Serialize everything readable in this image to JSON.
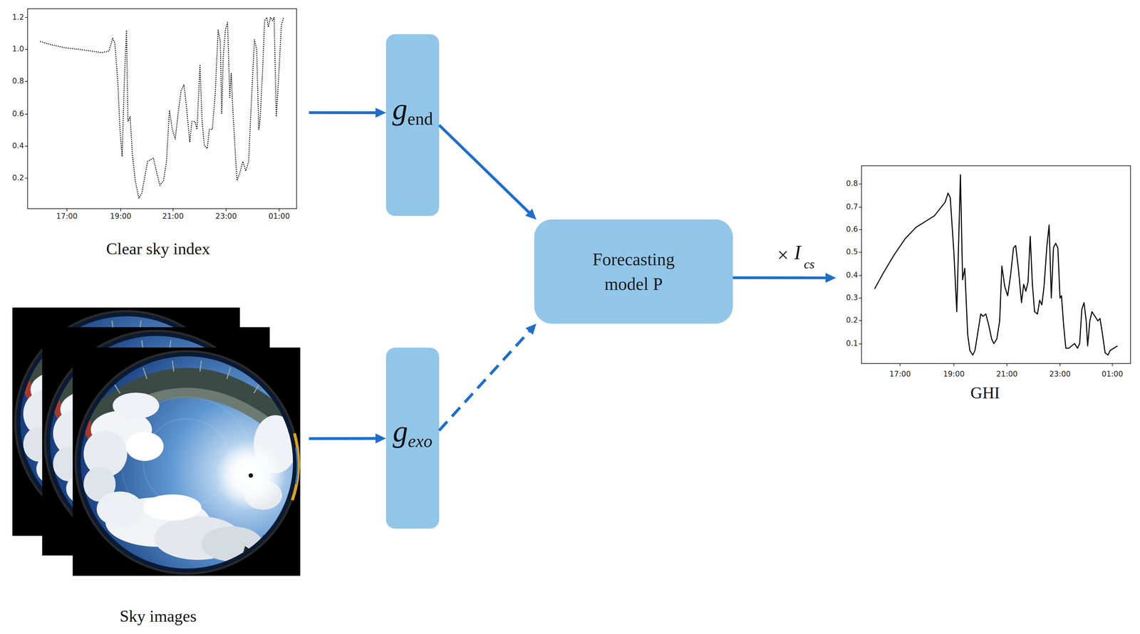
{
  "diagram": {
    "nodes": [
      {
        "text": [
          "Clear sky index"
        ]
      },
      {
        "text": [
          "g",
          "end"
        ]
      },
      {
        "text": [
          "Sky images"
        ]
      },
      {
        "text": [
          "g",
          "exo"
        ]
      },
      {
        "text": [
          "Forecasting model P"
        ]
      },
      {
        "text": [
          "GHI"
        ]
      }
    ],
    "edges": [
      {
        "from": 0,
        "to": 1,
        "arrow": "to"
      },
      {
        "from": 2,
        "to": 3,
        "arrow": "to"
      },
      {
        "from": 1,
        "to": 4,
        "arrow": "to"
      },
      {
        "from": 3,
        "to": 4,
        "arrow": "to"
      },
      {
        "from": 4,
        "to": 5,
        "arrow": "to"
      }
    ],
    "labels": [
      "1.2",
      "1.0",
      "0.8",
      "0.6",
      "0.4",
      "0.2",
      "17:00",
      "19:00",
      "21:00",
      "23:00",
      "01:00",
      "×",
      "I",
      "cs",
      "0.8",
      "0.7",
      "0.6",
      "0.5",
      "0.4",
      "0.3",
      "0.2",
      "0.1",
      "17:00",
      "19:00",
      "21:00",
      "23:00",
      "01:00"
    ]
  }
}
